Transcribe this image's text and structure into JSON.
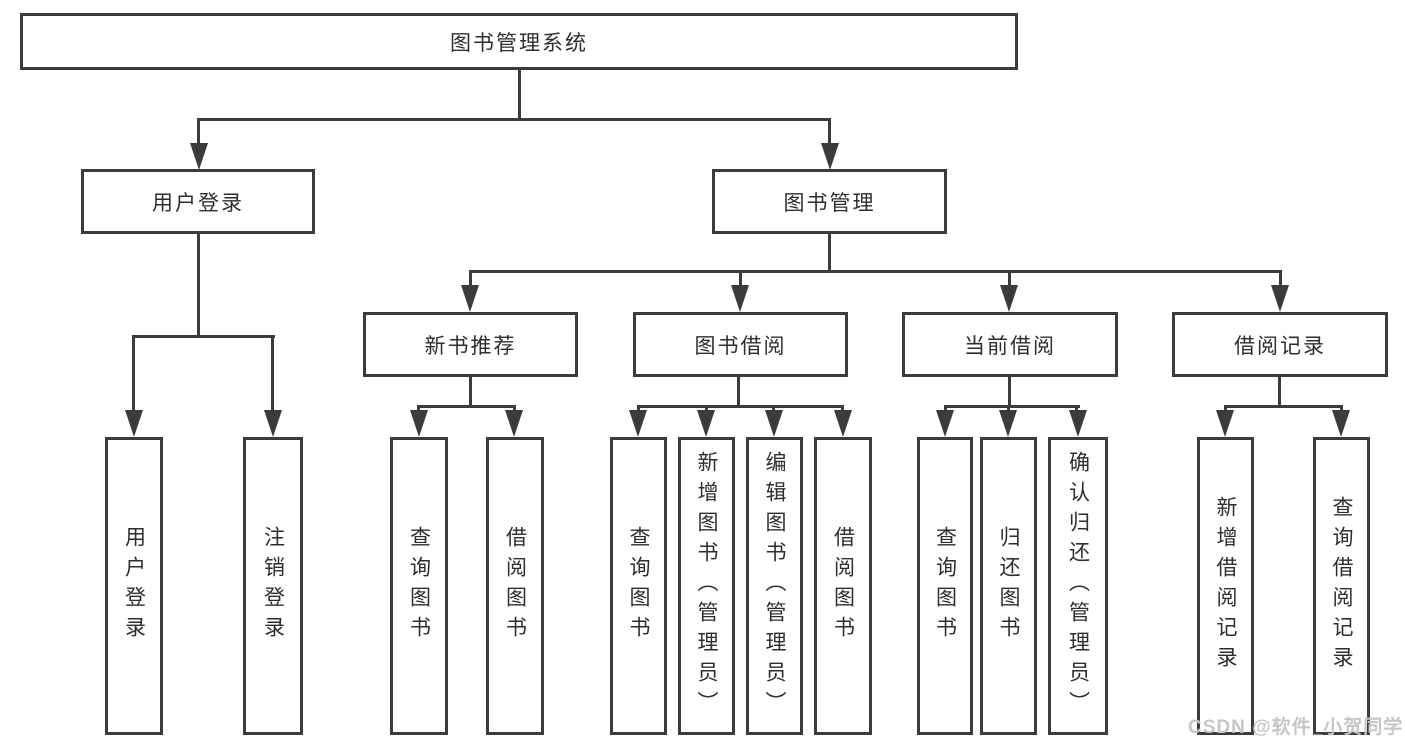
{
  "diagram": {
    "title": "图书管理系统",
    "nodes": {
      "root": "图书管理系统",
      "l2": [
        "用户登录",
        "图书管理"
      ],
      "l3": [
        "新书推荐",
        "图书借阅",
        "当前借阅",
        "借阅记录"
      ],
      "l4": [
        "用户登录",
        "注销登录",
        "查询图书",
        "借阅图书",
        "查询图书",
        "新增图书（管理员）",
        "编辑图书（管理员）",
        "借阅图书",
        "查询图书",
        "归还图书",
        "确认归还（管理员）",
        "新增借阅记录",
        "查询借阅记录"
      ]
    }
  },
  "watermark": "CSDN @软件_小贺同学",
  "colors": {
    "line": "#3b3b3b",
    "text": "#2e2e2e",
    "watermark": "#c6c6c6",
    "background": "#ffffff"
  }
}
